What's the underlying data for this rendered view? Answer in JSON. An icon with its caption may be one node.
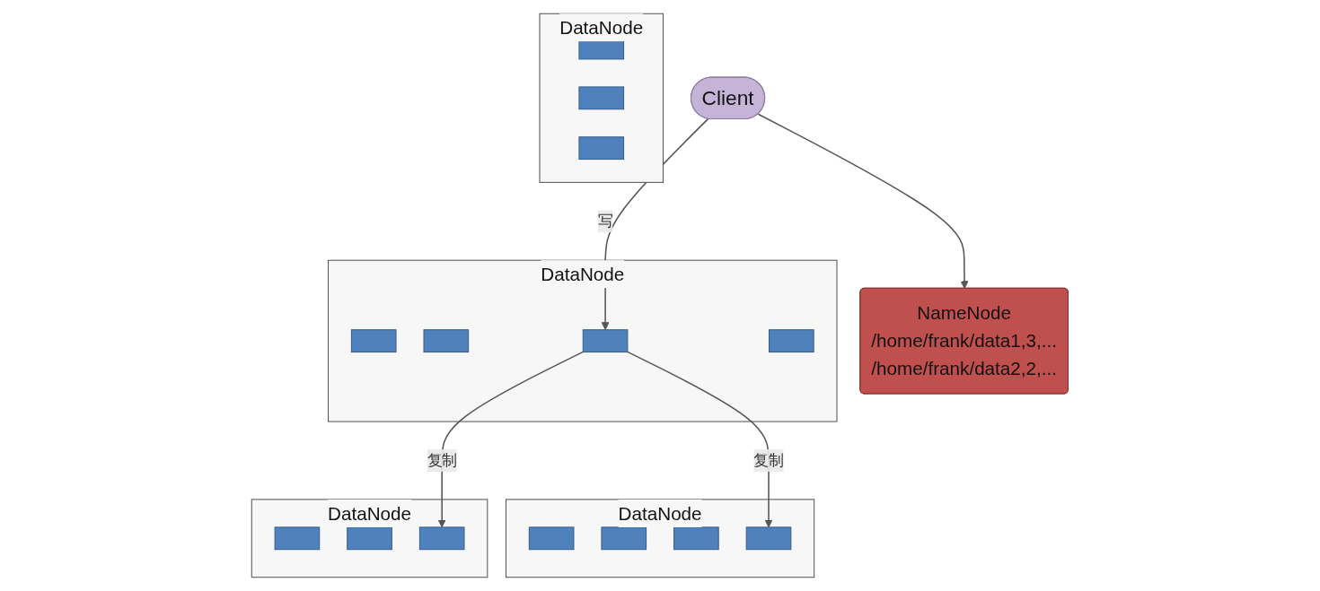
{
  "diagram": {
    "nodes": [
      {
        "text": [
          "Client"
        ]
      },
      {
        "text": [
          "NameNode",
          "/home/frank/data1,3,...",
          "/home/frank/data2,2,..."
        ]
      },
      {
        "text": [
          "DataNode"
        ]
      },
      {
        "text": [],
        "shape": "box",
        "in": 2
      },
      {
        "text": [],
        "shape": "box",
        "in": 2
      },
      {
        "text": [],
        "shape": "box",
        "in": 2
      },
      {
        "text": [],
        "shape": "box",
        "in": 2
      },
      {
        "text": [
          "DataNode"
        ]
      },
      {
        "text": [],
        "shape": "box",
        "in": 7
      },
      {
        "text": [],
        "shape": "box",
        "in": 7
      },
      {
        "text": [],
        "shape": "box",
        "in": 7
      },
      {
        "text": [],
        "shape": "box",
        "in": 7
      },
      {
        "text": [
          "DataNode"
        ]
      },
      {
        "text": [],
        "shape": "box",
        "in": 12
      },
      {
        "text": [],
        "shape": "box",
        "in": 12
      },
      {
        "text": [],
        "shape": "box",
        "in": 12
      },
      {
        "text": [
          "DataNode"
        ]
      },
      {
        "text": [],
        "shape": "box",
        "in": 16
      },
      {
        "text": [],
        "shape": "box",
        "in": 16
      },
      {
        "text": [],
        "shape": "box",
        "in": 16
      }
    ],
    "edges": [
      {
        "from": 0,
        "to": 1,
        "arrow": "to"
      },
      {
        "from": 0,
        "to": 10,
        "label": "写",
        "arrow": "to"
      },
      {
        "from": 10,
        "to": 6,
        "label": "复制",
        "arrow": "to"
      },
      {
        "from": 10,
        "to": 19,
        "label": "复制",
        "arrow": "to"
      }
    ]
  }
}
